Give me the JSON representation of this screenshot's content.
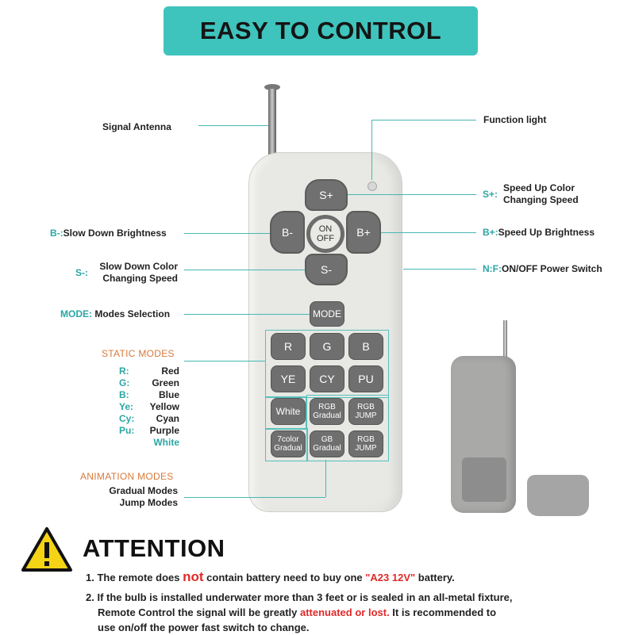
{
  "banner": {
    "title": "EASY TO CONTROL"
  },
  "left_labels": {
    "signal_antenna": "Signal Antenna",
    "b_minus_key": "B-:",
    "b_minus_text": "Slow Down Brightness",
    "s_minus_key": "S-:",
    "s_minus_text_1": "Slow Down Color",
    "s_minus_text_2": "Changing Speed",
    "mode_key": "MODE:",
    "mode_text": "Modes Selection",
    "static_title": "STATIC MODES",
    "static_modes": [
      {
        "key": "R:",
        "name": "Red"
      },
      {
        "key": "G:",
        "name": "Green"
      },
      {
        "key": "B:",
        "name": "Blue"
      },
      {
        "key": "Ye:",
        "name": "Yellow"
      },
      {
        "key": "Cy:",
        "name": "Cyan"
      },
      {
        "key": "Pu:",
        "name": "Purple"
      }
    ],
    "white": "White",
    "animation_title": "ANIMATION MODES",
    "gradual_modes": "Gradual Modes",
    "jump_modes": "Jump Modes"
  },
  "right_labels": {
    "function_light": "Function light",
    "s_plus_key": "S+:",
    "s_plus_text_1": "Speed Up Color",
    "s_plus_text_2": "Changing Speed",
    "b_plus_key": "B+:",
    "b_plus_text": "Speed Up Brightness",
    "nf_key": "N:F:",
    "nf_text": "ON/OFF Power Switch"
  },
  "remote": {
    "s_plus": "S+",
    "s_minus": "S-",
    "b_minus": "B-",
    "b_plus": "B+",
    "on": "ON",
    "off": "OFF",
    "mode": "MODE",
    "row1": [
      "R",
      "G",
      "B"
    ],
    "row2": [
      "YE",
      "CY",
      "PU"
    ],
    "white": "White",
    "rgb_gradual_1": "RGB",
    "rgb_gradual_2": "Gradual",
    "rgb_jump_1": "RGB",
    "rgb_jump_2": "JUMP",
    "color7_1": "7color",
    "color7_2": "Gradual",
    "gb_1": "GB",
    "gb_2": "Gradual",
    "rgb_jump2_1": "RGB",
    "rgb_jump2_2": "JUMP"
  },
  "attention": {
    "title": "ATTENTION",
    "n1_a": "1. The remote does ",
    "n1_not": "not",
    "n1_b": " contain battery need to buy one ",
    "n1_bat": "\"A23 12V\"",
    "n1_c": " battery.",
    "n2_l1": "2. If the bulb is installed underwater more than 3 feet or is sealed in an all-metal fixture,",
    "n2_l2_a": "Remote Control the signal will be greatly ",
    "n2_l2_red": "attenuated or lost.",
    "n2_l2_b": " It is recommended to",
    "n2_l3": "use on/off the power fast switch to change."
  },
  "colors": {
    "accent": "#3fc4bd",
    "teal_text": "#2aa7a4",
    "orange": "#d9793b",
    "red": "#e02a2a",
    "button": "#6f6f6f"
  }
}
